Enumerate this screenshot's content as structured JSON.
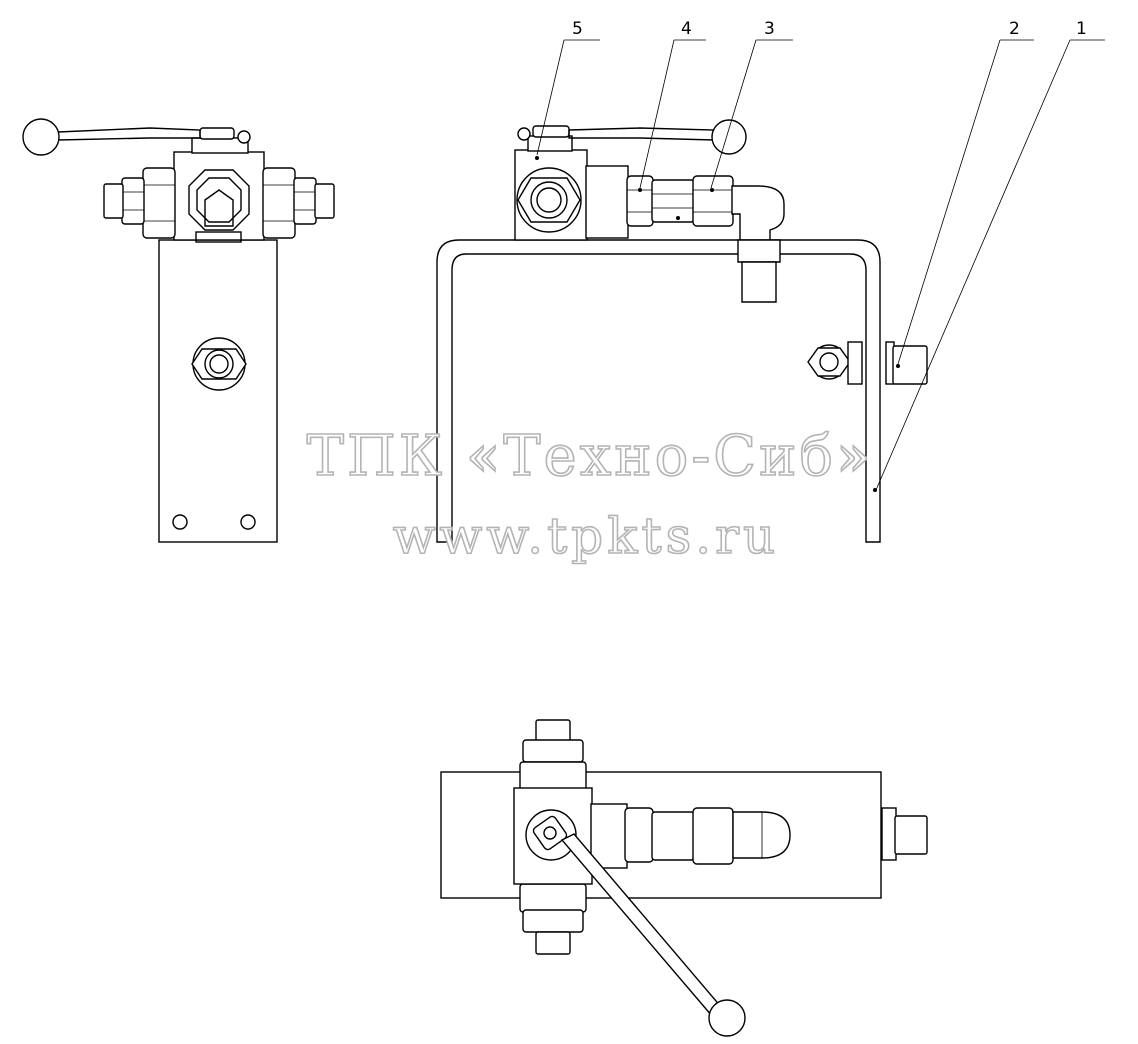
{
  "callouts": [
    {
      "id": "1",
      "label": "1"
    },
    {
      "id": "2",
      "label": "2"
    },
    {
      "id": "3",
      "label": "3"
    },
    {
      "id": "4",
      "label": "4"
    },
    {
      "id": "5",
      "label": "5"
    }
  ],
  "watermark": {
    "line1": "ТПК «Техно-Сиб»",
    "line2": "www.tpkts.ru"
  },
  "colors": {
    "line": "#000000",
    "background": "#ffffff",
    "watermark_stroke": "#b4b4b4"
  }
}
